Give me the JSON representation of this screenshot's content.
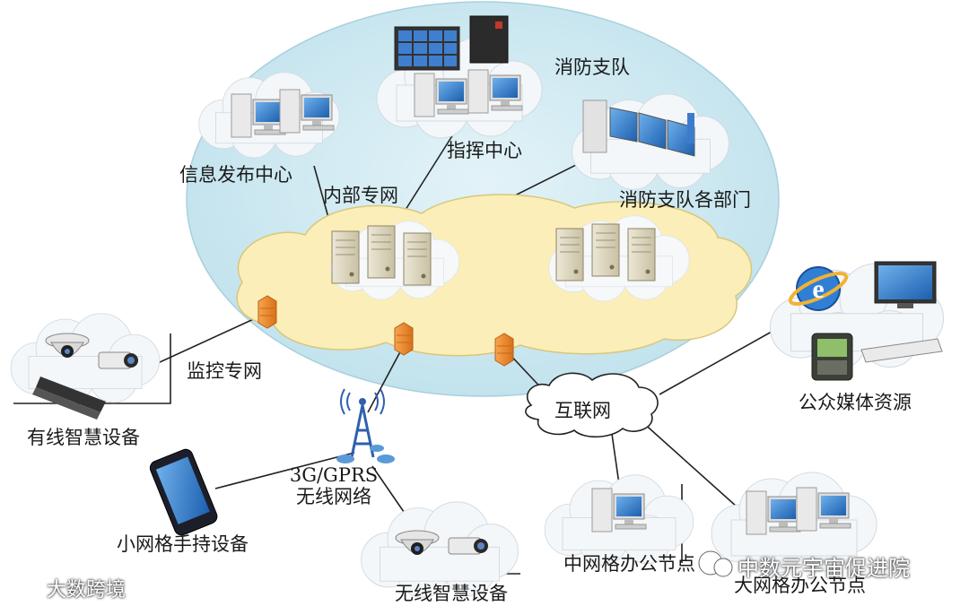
{
  "labels": {
    "fire_brigade": "消防支队",
    "command_center": "指挥中心",
    "info_center": "信息发布中心",
    "internal_network": "内部专网",
    "brigade_departments": "消防支队各部门",
    "monitoring_network": "监控专网",
    "wired_devices": "有线智慧设备",
    "internet": "互联网",
    "public_media": "公众媒体资源",
    "wireless_network_line1": "3G/GPRS",
    "wireless_network_line2": "无线网络",
    "handheld_devices": "小网格手持设备",
    "medium_grid_office": "中网格办公节点",
    "large_grid_office": "大网格办公节点",
    "wireless_devices": "无线智慧设备"
  },
  "watermarks": {
    "left": "大数跨境",
    "right": "中数元宇宙促进院"
  },
  "colors": {
    "outer_ellipse": "#cfe9f2",
    "internal_cloud": "#fbeeb8",
    "white_cloud": "#f4f7f9",
    "firewall": "#f08a24",
    "line": "#222222",
    "screen": "#2f78c8"
  }
}
